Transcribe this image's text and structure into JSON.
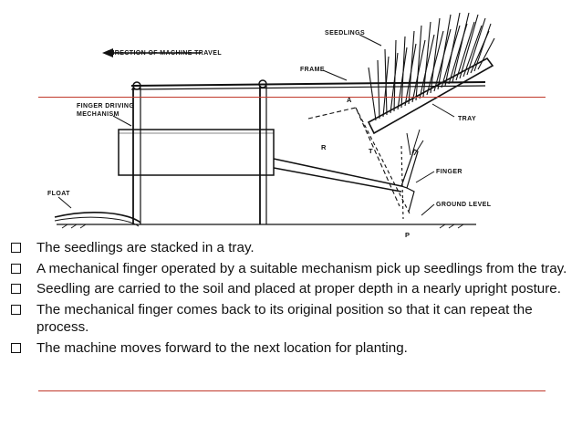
{
  "figure": {
    "labels": {
      "direction": "DIRECTION OF MACHINE TRAVEL",
      "seedlings": "SEEDLINGS",
      "frame": "FRAME",
      "finger_driving_1": "FINGER DRIVING",
      "finger_driving_2": "MECHANISM",
      "tray": "TRAY",
      "a": "A",
      "r": "R",
      "t": "T",
      "float": "FLOAT",
      "finger": "FINGER",
      "ground_level": "GROUND LEVEL",
      "p": "P"
    }
  },
  "bullets": [
    "The seedlings are stacked in a tray.",
    "A mechanical finger operated by a suitable mechanism pick up seedlings from the tray.",
    "Seedling are carried to the soil and placed at proper depth in a nearly upright posture.",
    "The mechanical finger comes back to its original position so that it can repeat the process.",
    "The machine moves forward to the next location for planting."
  ],
  "colors": {
    "accent_rule": "#c0392b",
    "text": "#111111",
    "box": "#111111"
  }
}
